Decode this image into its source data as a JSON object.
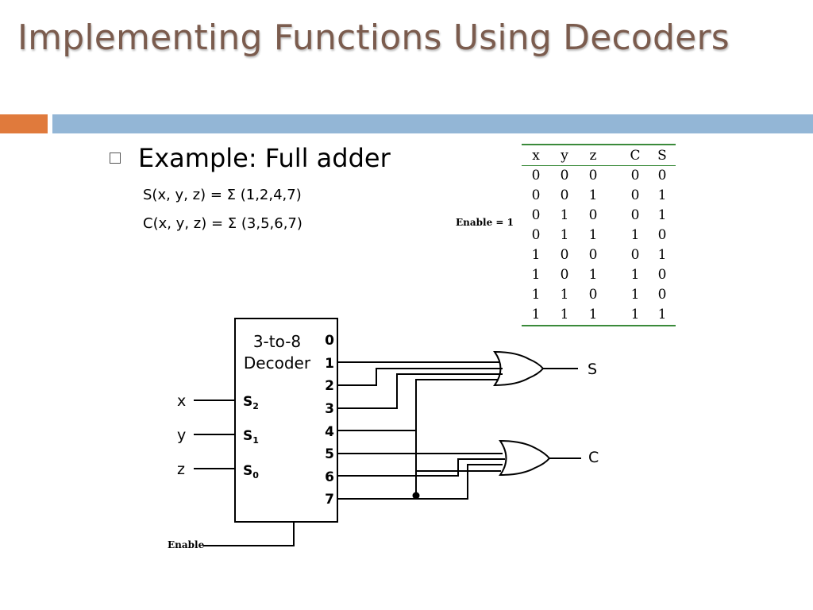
{
  "slide": {
    "title": "Implementing Functions Using Decoders",
    "example": "Example:  Full adder",
    "formulas": {
      "s": "S(x, y, z) = Σ (1,2,4,7)",
      "c": "C(x, y, z) = Σ (3,5,6,7)"
    },
    "enable_note": "Enable = 1"
  },
  "truth_table": {
    "headers": [
      "x",
      "y",
      "z",
      "C",
      "S"
    ],
    "rows": [
      [
        "0",
        "0",
        "0",
        "0",
        "0"
      ],
      [
        "0",
        "0",
        "1",
        "0",
        "1"
      ],
      [
        "0",
        "1",
        "0",
        "0",
        "1"
      ],
      [
        "0",
        "1",
        "1",
        "1",
        "0"
      ],
      [
        "1",
        "0",
        "0",
        "0",
        "1"
      ],
      [
        "1",
        "0",
        "1",
        "1",
        "0"
      ],
      [
        "1",
        "1",
        "0",
        "1",
        "0"
      ],
      [
        "1",
        "1",
        "1",
        "1",
        "1"
      ]
    ]
  },
  "circuit": {
    "decoder_label_line1": "3-to-8",
    "decoder_label_line2": "Decoder",
    "outputs": [
      "0",
      "1",
      "2",
      "3",
      "4",
      "5",
      "6",
      "7"
    ],
    "selects": [
      {
        "base": "S",
        "sub": "2",
        "input": "x"
      },
      {
        "base": "S",
        "sub": "1",
        "input": "y"
      },
      {
        "base": "S",
        "sub": "0",
        "input": "z"
      }
    ],
    "enable_label": "Enable",
    "gate_outputs": {
      "top": "S",
      "bottom": "C"
    }
  },
  "colors": {
    "title": "#7b5c4e",
    "accent_orange": "#e07a3c",
    "accent_blue": "#93b6d6",
    "table_rule": "#3a8a3a"
  }
}
